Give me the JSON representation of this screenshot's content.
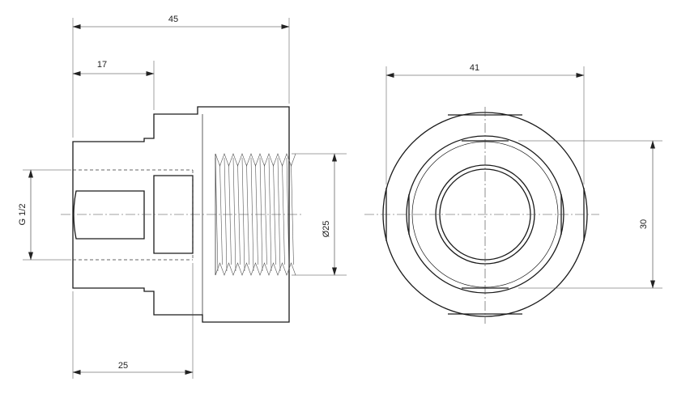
{
  "dimensions": {
    "overall_length": "45",
    "shoulder_length": "17",
    "thread_length": "25",
    "thread_size": "G 1/2",
    "bore_diameter": "Ø25",
    "across_flats_width": "41",
    "across_flats_height": "30"
  },
  "colors": {
    "line": "#1a1a1a",
    "background": "#ffffff"
  }
}
